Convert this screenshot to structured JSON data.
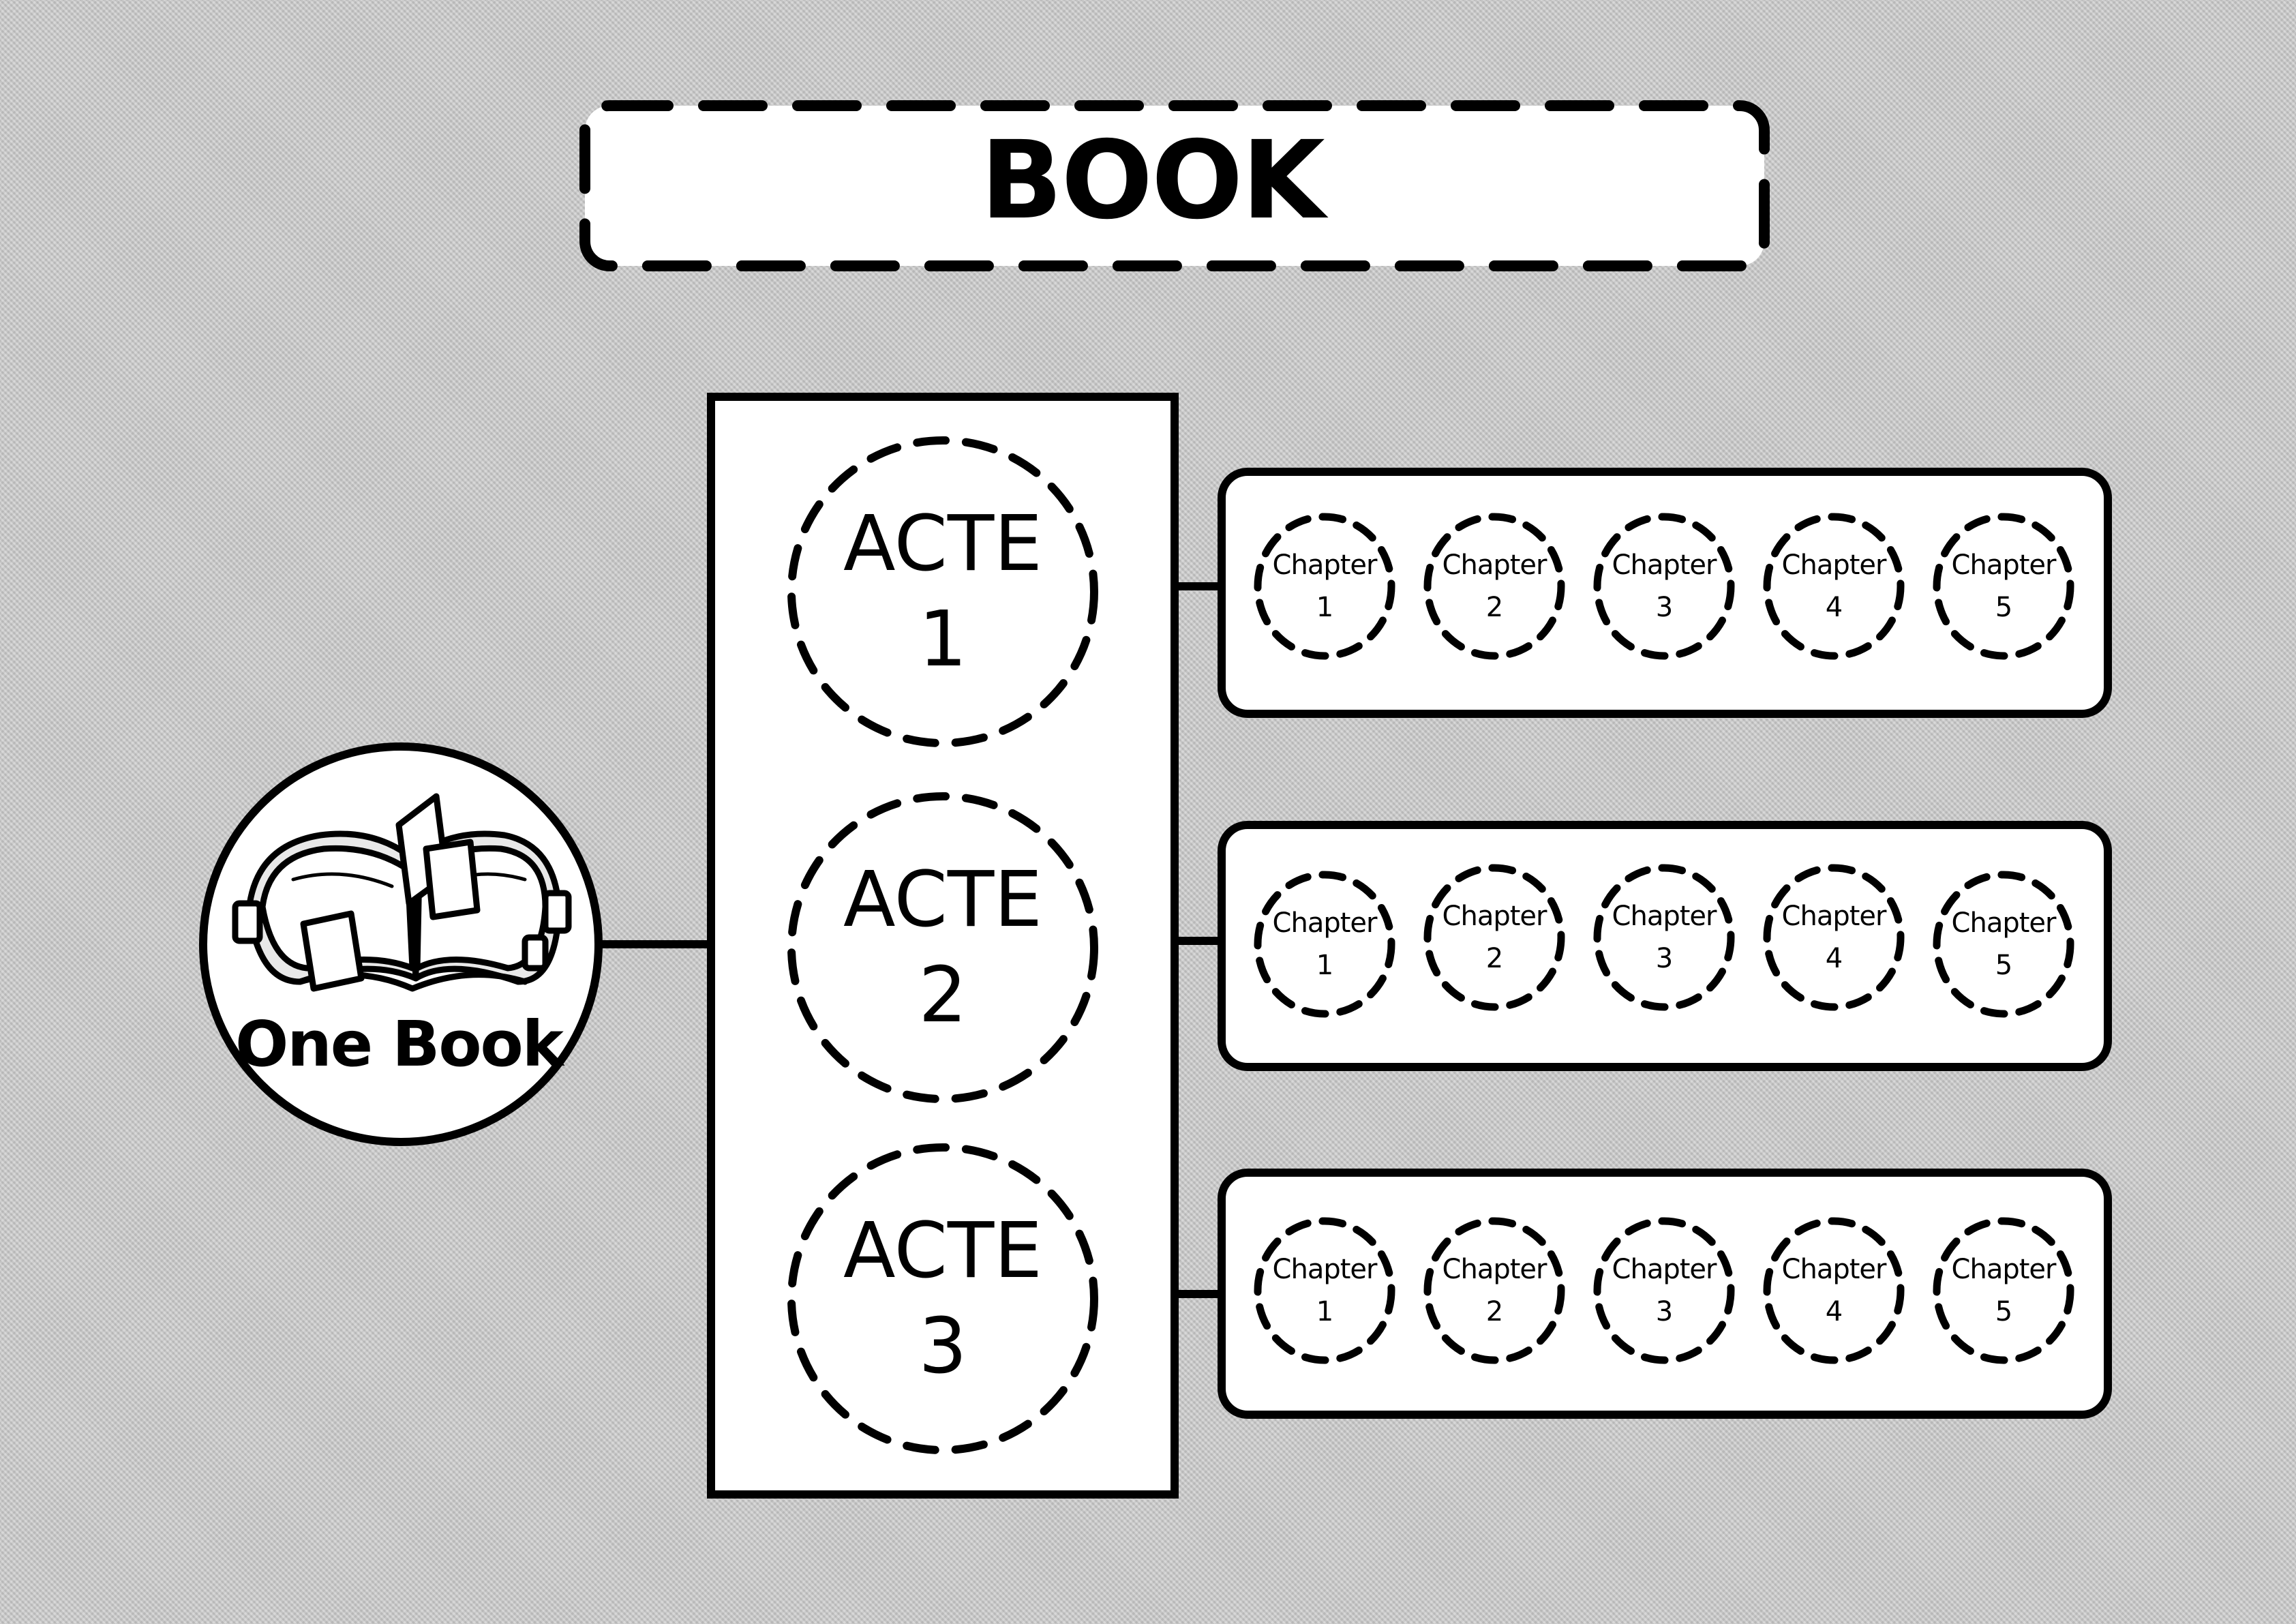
{
  "title": "BOOK",
  "root": {
    "label": "One Book",
    "icon": "open-book-icon"
  },
  "actes": [
    {
      "label": "ACTE",
      "number": "1",
      "chapters": [
        {
          "label": "Chapter",
          "number": "1"
        },
        {
          "label": "Chapter",
          "number": "2"
        },
        {
          "label": "Chapter",
          "number": "3"
        },
        {
          "label": "Chapter",
          "number": "4"
        },
        {
          "label": "Chapter",
          "number": "5"
        }
      ]
    },
    {
      "label": "ACTE",
      "number": "2",
      "chapters": [
        {
          "label": "Chapter",
          "number": "1"
        },
        {
          "label": "Chapter",
          "number": "2"
        },
        {
          "label": "Chapter",
          "number": "3"
        },
        {
          "label": "Chapter",
          "number": "4"
        },
        {
          "label": "Chapter",
          "number": "5"
        }
      ]
    },
    {
      "label": "ACTE",
      "number": "3",
      "chapters": [
        {
          "label": "Chapter",
          "number": "1"
        },
        {
          "label": "Chapter",
          "number": "2"
        },
        {
          "label": "Chapter",
          "number": "3"
        },
        {
          "label": "Chapter",
          "number": "4"
        },
        {
          "label": "Chapter",
          "number": "5"
        }
      ]
    }
  ],
  "colors": {
    "background": "#c9c9c9",
    "fill": "#ffffff",
    "stroke": "#000000"
  }
}
